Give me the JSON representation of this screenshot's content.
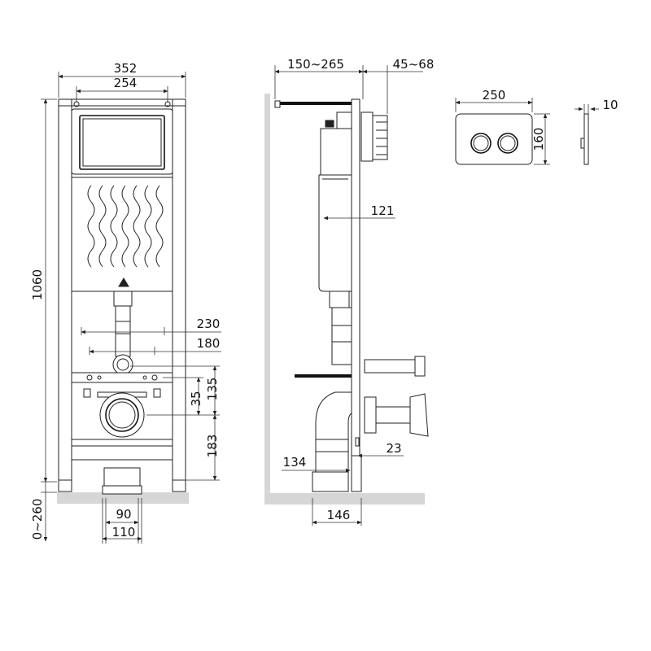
{
  "dimensions": {
    "frame_width": "352",
    "inner_width": "254",
    "frame_height": "1060",
    "leg_height": "0~260",
    "bolt_spacing_outer": "230",
    "bolt_spacing_inner": "180",
    "bolt_height": "135",
    "outlet_offset": "35",
    "outlet_height": "183",
    "pipe_inner": "90",
    "pipe_outer": "110",
    "wall_distance": "150~265",
    "panel_depth": "45~68",
    "tank_depth": "121",
    "outlet_depth": "134",
    "foot_offset": "23",
    "foot_depth": "146",
    "button_width": "250",
    "button_height": "160",
    "button_thickness": "10"
  },
  "colors": {
    "line": "#222222",
    "floor": "#d6d6d6",
    "background": "#ffffff"
  }
}
